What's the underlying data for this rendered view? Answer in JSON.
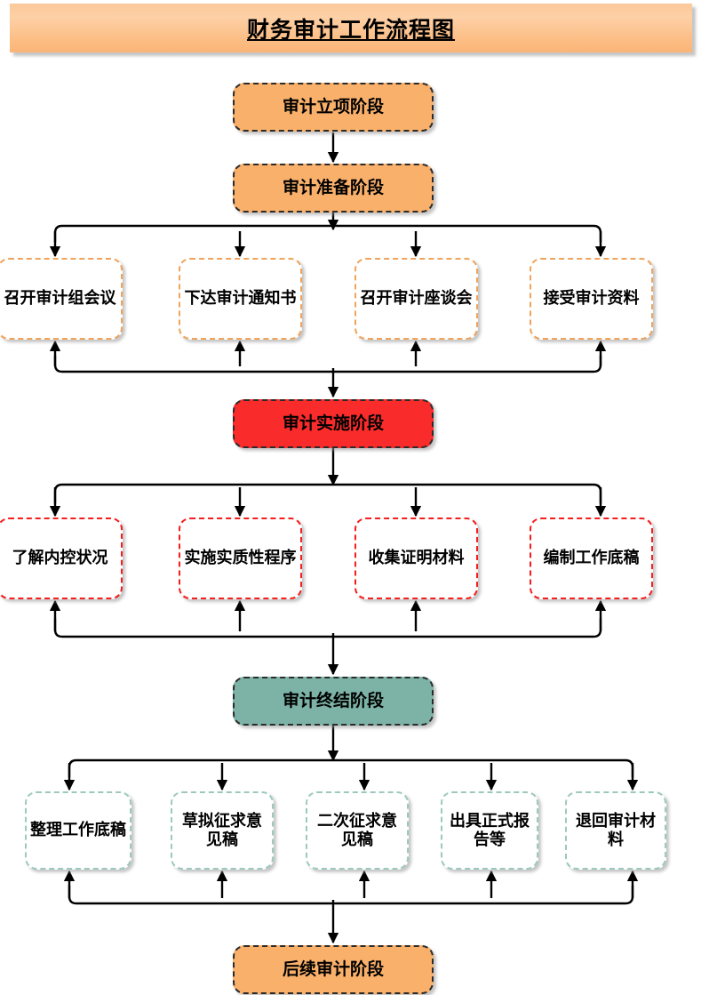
{
  "title": {
    "text": "财务审计工作流程图",
    "banner_color": "#fcc999"
  },
  "colors": {
    "stage_orange": "#f9b06b",
    "stage_red": "#fa2b2b",
    "stage_teal": "#7cb3a6",
    "task_border_orange": "#f0a35c",
    "task_border_red": "#f51d1d",
    "task_border_teal": "#9cc9bf",
    "connector": "#000000",
    "task_fill": "#ffffff"
  },
  "stages": [
    {
      "id": "stage-1",
      "label": "审计立项阶段",
      "color": "orange"
    },
    {
      "id": "stage-2",
      "label": "审计准备阶段",
      "color": "orange"
    },
    {
      "id": "stage-3",
      "label": "审计实施阶段",
      "color": "red"
    },
    {
      "id": "stage-4",
      "label": "审计终结阶段",
      "color": "teal"
    },
    {
      "id": "stage-5",
      "label": "后续审计阶段",
      "color": "orange"
    }
  ],
  "groups": [
    {
      "id": "prepare-tasks",
      "parent": "审计准备阶段",
      "next": "审计实施阶段",
      "border": "orange",
      "tasks": [
        {
          "label": "召开审计组会议"
        },
        {
          "label": "下达审计通知书"
        },
        {
          "label": "召开审计座谈会"
        },
        {
          "label": "接受审计资料"
        }
      ]
    },
    {
      "id": "execute-tasks",
      "parent": "审计实施阶段",
      "next": "审计终结阶段",
      "border": "red",
      "tasks": [
        {
          "label": "了解内控状况"
        },
        {
          "label": "实施实质性程序"
        },
        {
          "label": "收集证明材料"
        },
        {
          "label": "编制工作底稿"
        }
      ]
    },
    {
      "id": "finish-tasks",
      "parent": "审计终结阶段",
      "next": "后续审计阶段",
      "border": "teal",
      "tasks": [
        {
          "label": "整理工作底稿"
        },
        {
          "label": "草拟征求意见稿"
        },
        {
          "label": "二次征求意见稿"
        },
        {
          "label": "出具正式报告等"
        },
        {
          "label": "退回审计材料"
        }
      ]
    }
  ]
}
